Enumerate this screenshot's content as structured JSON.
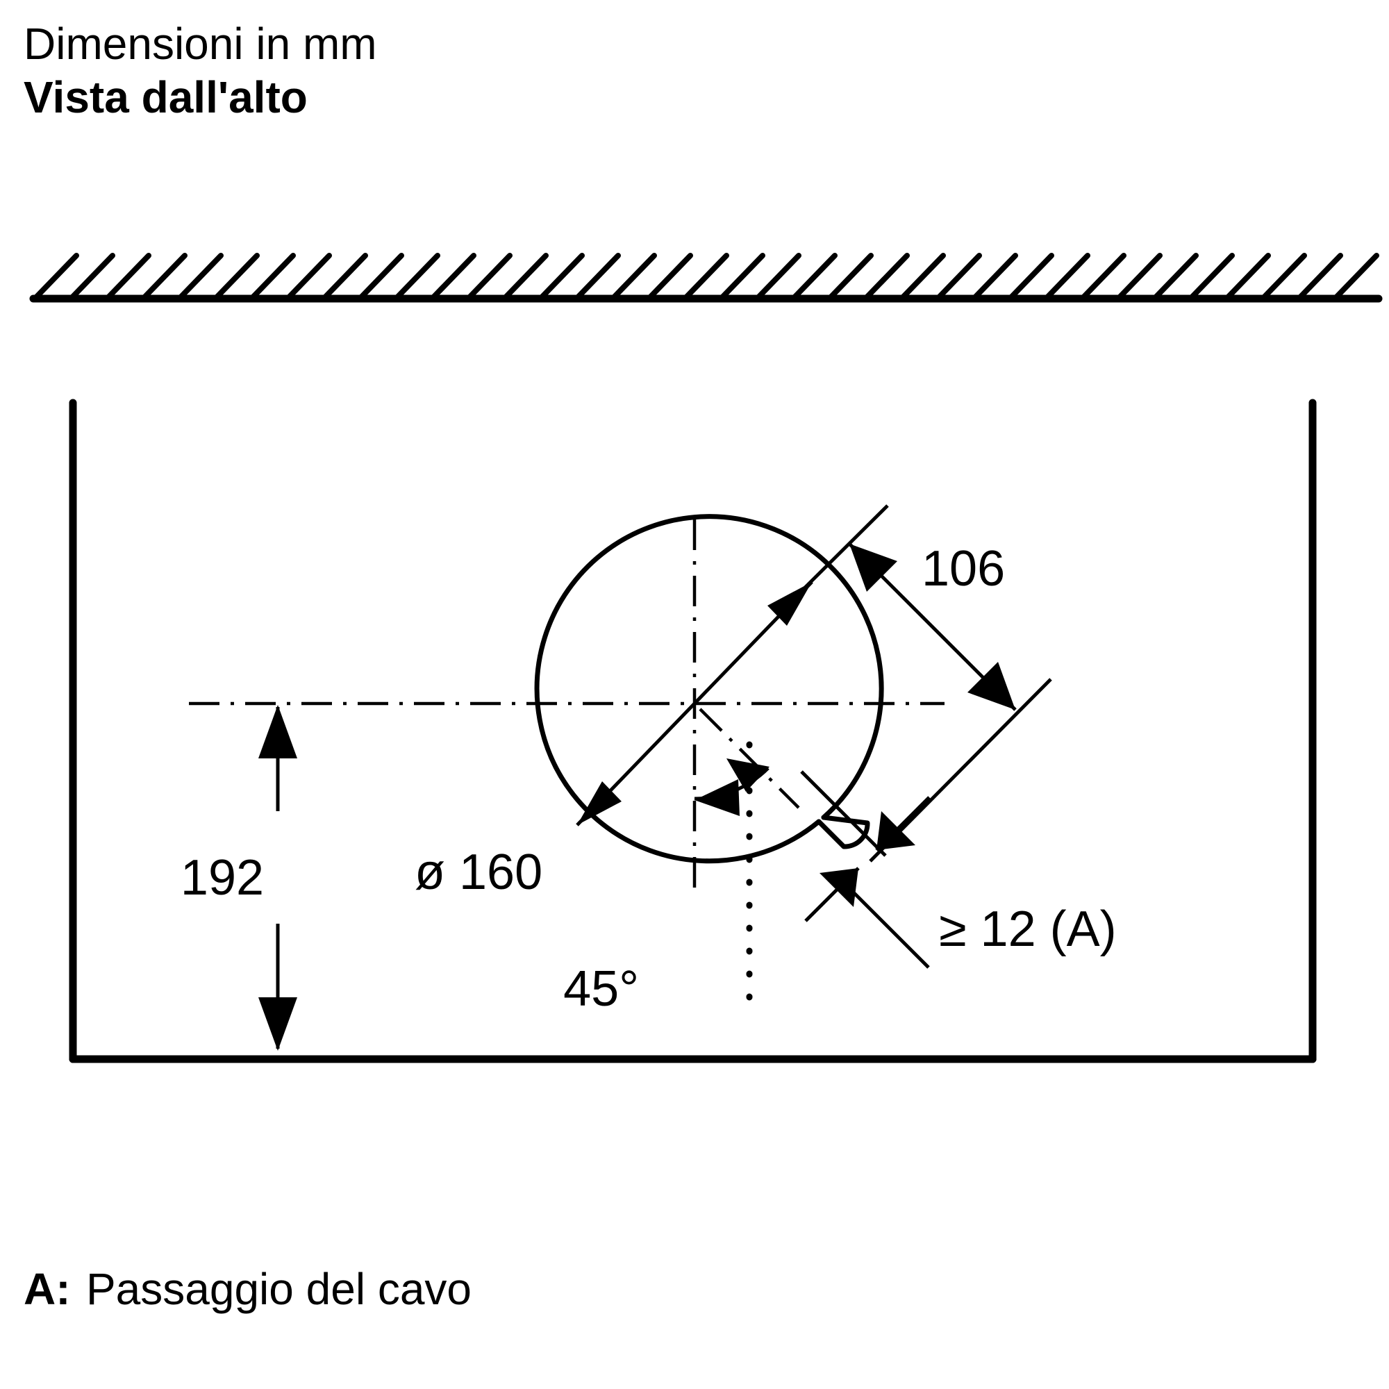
{
  "document": {
    "type": "technical-installation-drawing",
    "language": "it"
  },
  "header": {
    "units_line": "Dimensioni in mm",
    "view_title": "Vista dall'alto"
  },
  "footer": {
    "legend_key": "A:",
    "legend_text": "Passaggio del cavo"
  },
  "dimensions": {
    "offset_from_wall": "192",
    "duct_diameter": "ø 160",
    "diagonal_distance": "106",
    "cable_gap": "≥ 12 (A)",
    "angle": "45°"
  },
  "labels": {
    "cable_passage_marker": "A"
  },
  "colors": {
    "line": "#000000",
    "background": "#ffffff"
  },
  "chart_data": {
    "type": "diagram",
    "title": "Vista dall'alto",
    "subtitle": "Dimensioni in mm",
    "annotations": [
      {
        "id": "offset",
        "value": 192,
        "unit": "mm",
        "label": "192",
        "description": "Distance from wall to duct centerline"
      },
      {
        "id": "diameter",
        "value": 160,
        "unit": "mm",
        "label": "ø 160",
        "description": "Duct opening diameter"
      },
      {
        "id": "diagonal",
        "value": 106,
        "unit": "mm",
        "label": "106",
        "description": "Diagonal offset dimension at 45 degrees"
      },
      {
        "id": "cable-gap",
        "value": 12,
        "unit": "mm",
        "label": "≥ 12 (A)",
        "description": "Minimum cable passage width, marked A"
      },
      {
        "id": "angle",
        "value": 45,
        "unit": "deg",
        "label": "45°",
        "description": "Angle of cable passage from vertical centerline"
      }
    ],
    "legend": [
      {
        "key": "A",
        "text": "Passaggio del cavo"
      }
    ]
  }
}
